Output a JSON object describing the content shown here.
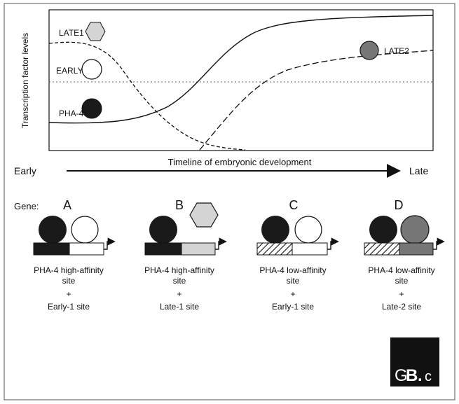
{
  "figure": {
    "y_axis_label": "Transcription factor levels",
    "x_axis_label": "Timeline of embryonic development",
    "early_label": "Early",
    "late_label": "Late",
    "curve_labels": {
      "late1": "LATE1",
      "early1": "EARLY1",
      "pha4": "PHA-4",
      "late2": "LATE2"
    },
    "gene_prefix": "Gene:",
    "genes": [
      {
        "letter": "A",
        "caption": [
          "PHA-4 high-affinity",
          "site",
          "+",
          "Early-1 site"
        ]
      },
      {
        "letter": "B",
        "caption": [
          "PHA-4 high-affinity",
          "site",
          "+",
          "Late-1 site"
        ]
      },
      {
        "letter": "C",
        "caption": [
          "PHA-4 low-affinity",
          "site",
          "+",
          "Early-1 site"
        ]
      },
      {
        "letter": "D",
        "caption": [
          "PHA-4 low-affinity",
          "site",
          "+",
          "Late-2 site"
        ]
      }
    ],
    "logo": {
      "left": "G",
      "mid": "B",
      "dot": ".",
      "right": "c"
    },
    "colors": {
      "pha4": "#1a1a1a",
      "early1": "#ffffff",
      "late1": "#d4d4d4",
      "late2": "#777777",
      "frame": "#333333"
    }
  }
}
